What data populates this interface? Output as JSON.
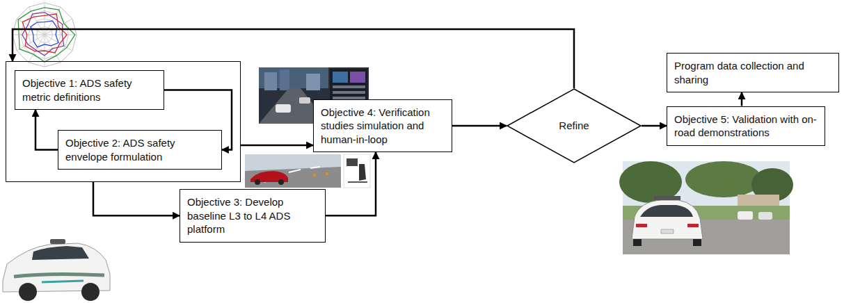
{
  "diagram": {
    "nodes": [
      {
        "text": []
      },
      {
        "text": [
          "Objective 1: ADS safety metric definitions"
        ],
        "in": 0
      },
      {
        "text": [
          "Objective 2: ADS safety envelope formulation"
        ],
        "in": 0
      },
      {
        "text": [
          "Objective 3: Develop baseline L3 to L4 ADS platform"
        ]
      },
      {
        "text": [
          "Objective 4: Verification studies simulation and human-in-loop"
        ]
      },
      {
        "text": [
          "Refine"
        ]
      },
      {
        "text": [
          "Program data collection and sharing"
        ]
      },
      {
        "text": [
          "Objective 5: Validation with on-road demonstrations"
        ]
      }
    ],
    "edges": [
      {
        "from": 1,
        "to": 2,
        "arrow": "to"
      },
      {
        "from": 2,
        "to": 1,
        "arrow": "to"
      },
      {
        "from": 0,
        "to": 4,
        "arrow": "to"
      },
      {
        "from": 0,
        "to": 3,
        "arrow": "to"
      },
      {
        "from": 3,
        "to": 4,
        "arrow": "to"
      },
      {
        "from": 4,
        "to": 5,
        "arrow": "to"
      },
      {
        "from": 5,
        "to": 0,
        "arrow": "to"
      },
      {
        "from": 5,
        "to": 7,
        "arrow": "to"
      },
      {
        "from": 7,
        "to": 6,
        "arrow": "to"
      }
    ]
  }
}
